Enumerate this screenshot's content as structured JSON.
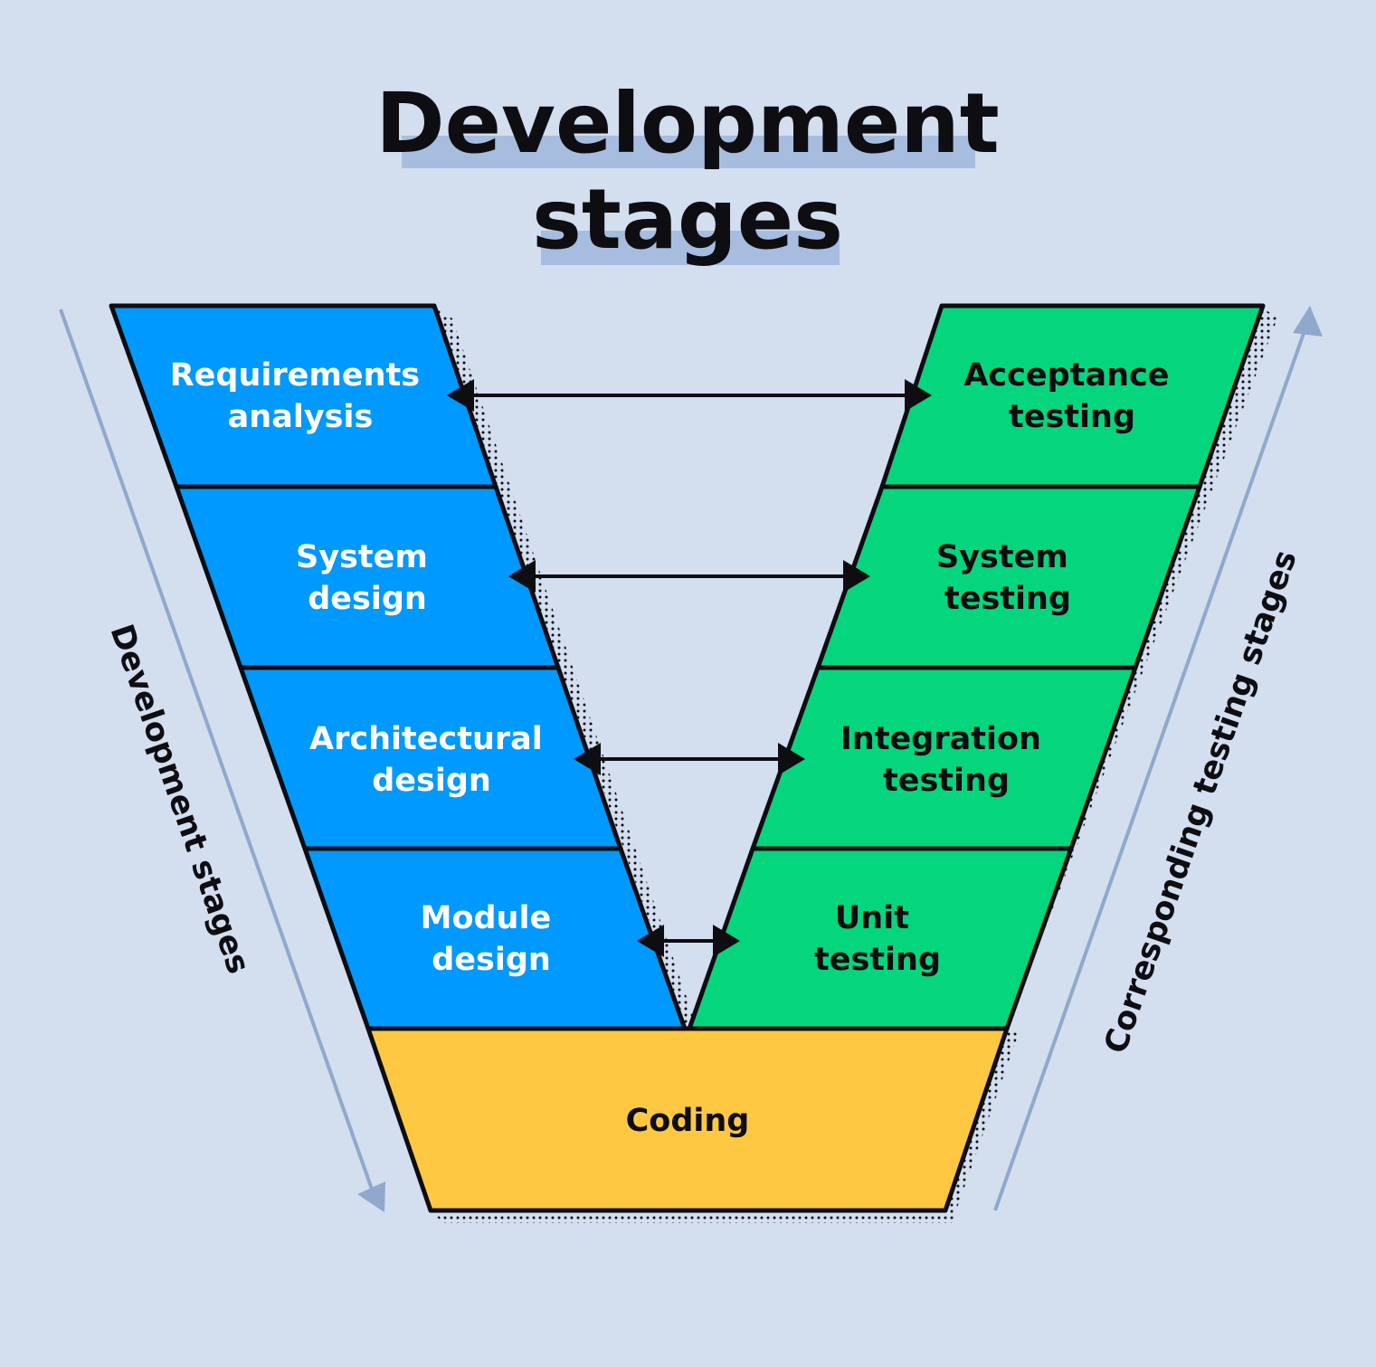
{
  "title": {
    "line1": "Development",
    "line2": "stages"
  },
  "development_stages": [
    {
      "line1": "Requirements",
      "line2": "analysis"
    },
    {
      "line1": "System",
      "line2": "design"
    },
    {
      "line1": "Architectural",
      "line2": "design"
    },
    {
      "line1": "Module",
      "line2": "design"
    }
  ],
  "testing_stages": [
    {
      "line1": "Acceptance",
      "line2": "testing"
    },
    {
      "line1": "System",
      "line2": "testing"
    },
    {
      "line1": "Integration",
      "line2": "testing"
    },
    {
      "line1": "Unit",
      "line2": "testing"
    }
  ],
  "coding": {
    "label": "Coding"
  },
  "side_labels": {
    "left": "Development stages",
    "right": "Corresponding testing stages"
  },
  "colors": {
    "background": "#d3deef",
    "development": "#0099ff",
    "testing": "#05d67e",
    "coding": "#fec842",
    "highlight": "#a7bde0",
    "outline": "#0d0d12",
    "side_arrow": "#8fa8cc",
    "dev_text": "#ffffff",
    "test_text": "#0d0d12"
  }
}
